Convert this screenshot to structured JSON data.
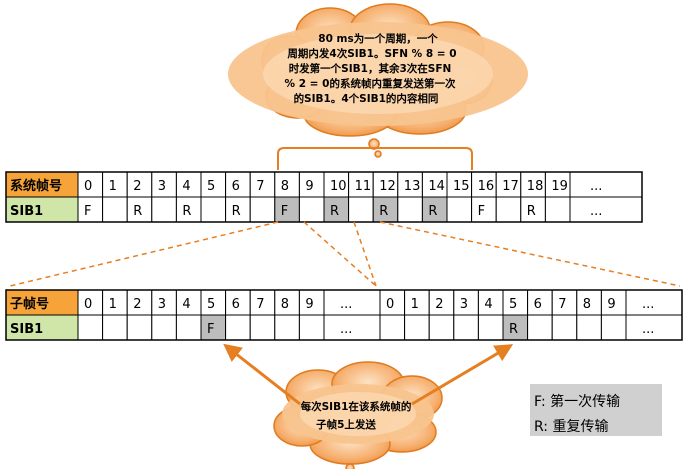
{
  "top_cloud": {
    "lines": [
      "80 ms为一个周期，一个",
      "周期内发4次SIB1。SFN % 8 = 0",
      "时发第一个SIB1，其余3次在SFN",
      "% 2 = 0的系统帧内重复发送第一次",
      "的SIB1。4个SIB1的内容相同"
    ]
  },
  "system_frame_table": {
    "row1_header": "系统帧号",
    "row2_header": "SIB1",
    "frame_numbers": [
      "0",
      "1",
      "2",
      "3",
      "4",
      "5",
      "6",
      "7",
      "8",
      "9",
      "10",
      "11",
      "12",
      "13",
      "14",
      "15",
      "16",
      "17",
      "18",
      "19",
      "..."
    ],
    "sib1_values": [
      "F",
      "",
      "R",
      "",
      "R",
      "",
      "R",
      "",
      "F",
      "",
      "R",
      "",
      "R",
      "",
      "R",
      "",
      "F",
      "",
      "R",
      "",
      "..."
    ]
  },
  "subframe_table": {
    "row1_header": "子帧号",
    "row2_header": "SIB1",
    "subframe_numbers": [
      "0",
      "1",
      "2",
      "3",
      "4",
      "5",
      "6",
      "7",
      "8",
      "9",
      "...",
      "0",
      "1",
      "2",
      "3",
      "4",
      "5",
      "6",
      "7",
      "8",
      "9",
      "..."
    ],
    "sib1_values": [
      "",
      "",
      "",
      "",
      "",
      "F",
      "",
      "",
      "",
      "",
      "...",
      "",
      "",
      "",
      "",
      "",
      "R",
      "",
      "",
      "",
      "",
      "..."
    ]
  },
  "bottom_cloud": {
    "lines": [
      "每次SIB1在该系统帧的",
      "子帧5上发送"
    ]
  },
  "legend": {
    "items": [
      "F:  第一次传输",
      "R:  重复传输"
    ]
  },
  "colors": {
    "header_fill": "#f6a43a",
    "sib1_header_fill": "#cfe6a8",
    "highlight_fill": "#bdbdbd",
    "cloud_fill": "#f4a460",
    "cloud_stroke": "#e07b1f",
    "accent": "#e67e22",
    "legend_fill": "#d0d0d0"
  }
}
